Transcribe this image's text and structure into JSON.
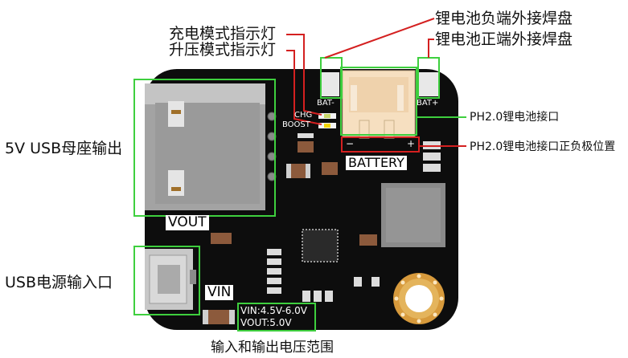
{
  "callouts": {
    "usb_output": "5V USB母座输出",
    "usb_input": "USB电源输入口",
    "charge_led": "充电模式指示灯",
    "boost_led": "升压模式指示灯",
    "bat_negative_pad": "锂电池负端外接焊盘",
    "bat_positive_pad": "锂电池正端外接焊盘",
    "ph_connector": "PH2.0锂电池接口",
    "ph_polarity": "PH2.0锂电池接口正负极位置",
    "voltage_range": "输入和输出电压范围"
  },
  "silkscreen": {
    "vout": "VOUT",
    "vin": "VIN",
    "battery": "BATTERY",
    "bat_minus": "BAT-",
    "bat_plus": "BAT+",
    "chg": "CHG",
    "boost": "BOOST",
    "minus_sign": "−",
    "plus_sign": "+",
    "vin_range": "VIN:4.5V-6.0V",
    "vout_value": "VOUT:5.0V"
  },
  "colors": {
    "board": "#0d0d0d",
    "highlight_green": "#3ecf3e",
    "highlight_red": "#d42020",
    "connector": "#f6dfc0",
    "pad": "#e8e8e8",
    "usb_metal": "#9e9e9e",
    "mounting_ring": "#d79a3c"
  }
}
